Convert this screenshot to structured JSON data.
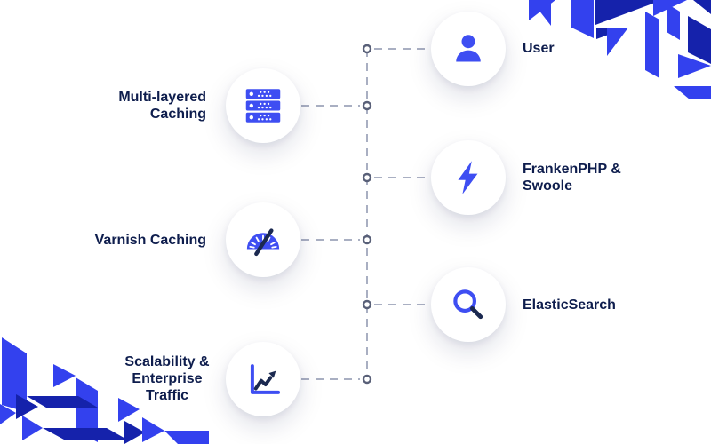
{
  "colors": {
    "background": "#FFFFFF",
    "circle_fill": "#FFFFFF",
    "icon_blue": "#3E4EF2",
    "icon_navy": "#1B2950",
    "deco_blue": "#3341EE",
    "deco_navy": "#1522AB",
    "text_navy": "#0E1D4D",
    "dash_gray": "#A9AFC2",
    "dot_ring": "#596078"
  },
  "diagram": {
    "nodes": [
      {
        "id": "user",
        "label": "User",
        "icon": "user-icon",
        "side": "right"
      },
      {
        "id": "multilayer-cache",
        "label": "Multi-layered Caching",
        "icon": "server-stack-icon",
        "side": "left"
      },
      {
        "id": "frankenphp-swoole",
        "label": "FrankenPHP & Swoole",
        "icon": "lightning-icon",
        "side": "right"
      },
      {
        "id": "varnish-cache",
        "label": "Varnish Caching",
        "icon": "gauge-icon",
        "side": "left"
      },
      {
        "id": "elasticsearch",
        "label": "ElasticSearch",
        "icon": "magnifier-icon",
        "side": "right"
      },
      {
        "id": "scalability",
        "label": "Scalability & Enterprise Traffic",
        "icon": "line-chart-icon",
        "side": "left"
      }
    ]
  }
}
